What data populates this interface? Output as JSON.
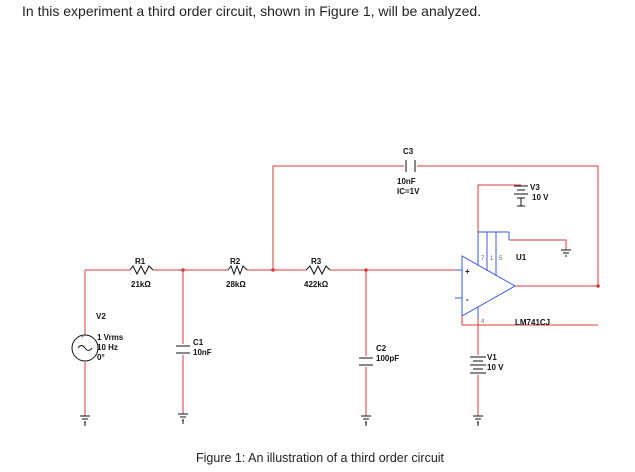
{
  "intro_text": "In this experiment a third order circuit, shown in Figure 1, will be analyzed.",
  "caption": "Figure 1: An illustration of a third order circuit",
  "colors": {
    "wire": "#d83a3a",
    "component": "#3b5bd6",
    "ground": "#111111",
    "text": "#222222"
  },
  "components": {
    "V2": {
      "name": "V2",
      "v1": "1 Vrms",
      "v2": "10 Hz",
      "v3": "0°"
    },
    "R1": {
      "name": "R1",
      "value": "21kΩ"
    },
    "R2": {
      "name": "R2",
      "value": "28kΩ"
    },
    "R3": {
      "name": "R3",
      "value": "422kΩ"
    },
    "C1": {
      "name": "C1",
      "value": "10nF"
    },
    "C2": {
      "name": "C2",
      "value": "100pF"
    },
    "C3": {
      "name": "C3",
      "value": "10nF",
      "ic": "IC=1V"
    },
    "U1": {
      "name": "U1",
      "part": "LM741CJ",
      "pins": [
        "7",
        "1",
        "5",
        "4"
      ],
      "in_plus": "+",
      "in_minus": "-"
    },
    "V3": {
      "name": "V3",
      "value": "10 V"
    },
    "V1": {
      "name": "V1",
      "value": "10 V"
    }
  }
}
